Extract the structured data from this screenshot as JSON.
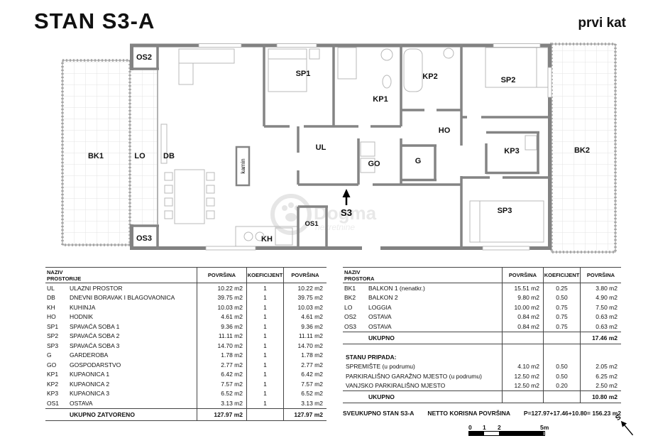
{
  "header": {
    "title": "STAN S3-A",
    "floor": "prvi kat"
  },
  "plan": {
    "labels": {
      "bk1": "BK1",
      "os2": "OS2",
      "lo": "LO",
      "db": "DB",
      "os3": "OS3",
      "kamin": "kamin",
      "sp1": "SP1",
      "ul": "UL",
      "kh": "KH",
      "os1": "OS1",
      "s3": "S3",
      "go": "GO",
      "g": "G",
      "kp1": "KP1",
      "kp2": "KP2",
      "ho": "HO",
      "kp3": "KP3",
      "sp2": "SP2",
      "sp3": "SP3",
      "bk2": "BK2"
    },
    "watermark": {
      "line1": "Dogma",
      "line2": "nekretnine"
    },
    "north_label": "S"
  },
  "rooms_table": {
    "header": {
      "name_line1": "NAZIV",
      "name_line2": "PROSTORIJE",
      "area": "POVRŠINA",
      "coef": "KOEFICIJENT",
      "net": "POVRŠINA"
    },
    "rows": [
      {
        "code": "UL",
        "name": "ULAZNI PROSTOR",
        "area": "10.22 m2",
        "coef": "1",
        "net": "10.22 m2"
      },
      {
        "code": "DB",
        "name": "DNEVNI BORAVAK I BLAGOVAONICA",
        "area": "39.75 m2",
        "coef": "1",
        "net": "39.75 m2"
      },
      {
        "code": "KH",
        "name": "KUHINJA",
        "area": "10.03 m2",
        "coef": "1",
        "net": "10.03 m2"
      },
      {
        "code": "HO",
        "name": "HODNIK",
        "area": "4.61 m2",
        "coef": "1",
        "net": "4.61 m2"
      },
      {
        "code": "SP1",
        "name": "SPAVAĆA SOBA 1",
        "area": "9.36 m2",
        "coef": "1",
        "net": "9.36 m2"
      },
      {
        "code": "SP2",
        "name": "SPAVAĆA SOBA 2",
        "area": "11.11 m2",
        "coef": "1",
        "net": "11.11 m2"
      },
      {
        "code": "SP3",
        "name": "SPAVAĆA SOBA 3",
        "area": "14.70 m2",
        "coef": "1",
        "net": "14.70 m2"
      },
      {
        "code": "G",
        "name": "GARDEROBA",
        "area": "1.78 m2",
        "coef": "1",
        "net": "1.78 m2"
      },
      {
        "code": "GO",
        "name": "GOSPODARSTVO",
        "area": "2.77 m2",
        "coef": "1",
        "net": "2.77 m2"
      },
      {
        "code": "KP1",
        "name": "KUPAONICA 1",
        "area": "6.42 m2",
        "coef": "1",
        "net": "6.42 m2"
      },
      {
        "code": "KP2",
        "name": "KUPAONICA 2",
        "area": "7.57 m2",
        "coef": "1",
        "net": "7.57 m2"
      },
      {
        "code": "KP3",
        "name": "KUPAONICA 3",
        "area": "6.52 m2",
        "coef": "1",
        "net": "6.52 m2"
      },
      {
        "code": "OS1",
        "name": "OSTAVA",
        "area": "3.13 m2",
        "coef": "1",
        "net": "3.13 m2"
      }
    ],
    "total": {
      "label": "UKUPNO ZATVORENO",
      "area": "127.97 m2",
      "net": "127.97 m2"
    }
  },
  "outdoor_table": {
    "header": {
      "name_line1": "NAZIV",
      "name_line2": "PROSTORA",
      "area": "POVRŠINA",
      "coef": "KOEFICIJENT",
      "net": "POVRŠINA"
    },
    "rows": [
      {
        "code": "BK1",
        "name": "BALKON 1 (nenatkr.)",
        "area": "15.51 m2",
        "coef": "0.25",
        "net": "3.80 m2"
      },
      {
        "code": "BK2",
        "name": "BALKON 2",
        "area": "9.80 m2",
        "coef": "0.50",
        "net": "4.90 m2"
      },
      {
        "code": "LO",
        "name": "LOGGIA",
        "area": "10.00 m2",
        "coef": "0.75",
        "net": "7.50 m2"
      },
      {
        "code": "OS2",
        "name": "OSTAVA",
        "area": "0.84 m2",
        "coef": "0.75",
        "net": "0.63 m2"
      },
      {
        "code": "OS3",
        "name": "OSTAVA",
        "area": "0.84 m2",
        "coef": "0.75",
        "net": "0.63 m2"
      }
    ],
    "total": {
      "label": "UKUPNO",
      "net": "17.46 m2"
    },
    "belongs": {
      "title": "STANU PRIPADA:",
      "rows": [
        {
          "name": "SPREMIŠTE (u podrumu)",
          "area": "4.10 m2",
          "coef": "0.50",
          "net": "2.05 m2"
        },
        {
          "name": "PARKIRALIŠNO GARAŽNO MJESTO (u podrumu)",
          "area": "12.50 m2",
          "coef": "0.50",
          "net": "6.25 m2"
        },
        {
          "name": "VANJSKO PARKIRALIŠNO MJESTO",
          "area": "12.50 m2",
          "coef": "0.20",
          "net": "2.50 m2"
        }
      ],
      "total": {
        "label": "UKUPNO",
        "net": "10.80 m2"
      }
    }
  },
  "summary": {
    "label": "SVEUKUPNO STAN S3-A",
    "middle": "NETTO KORISNA POVRŠINA",
    "formula": "P=127.97+17.46+10.80= 156.23 m2"
  },
  "scale_bar": {
    "ticks": [
      "0",
      "1",
      "2"
    ],
    "end": "5m"
  }
}
